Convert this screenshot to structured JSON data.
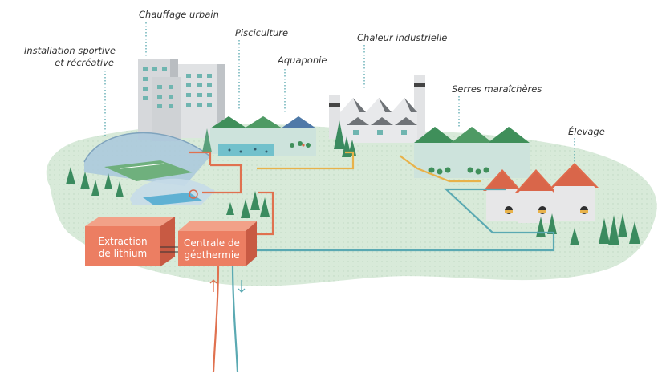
{
  "labels": {
    "sport_line1": "Installation sportive",
    "sport_line2": "et récréative",
    "heating": "Chauffage urbain",
    "fish": "Pisciculture",
    "aqua": "Aquaponie",
    "industry": "Chaleur industrielle",
    "greenhouses": "Serres maraîchères",
    "livestock": "Élevage"
  },
  "boxes": {
    "lithium_line1": "Extraction",
    "lithium_line2": "de lithium",
    "plant_line1": "Centrale de",
    "plant_line2": "géothermie"
  },
  "colors": {
    "ground": "#d8ead9",
    "hot_pipe": "#e0714f",
    "cold_pipe": "#5aa9b2",
    "warm_pipe": "#e8b24a",
    "box_front": "#ec7e62",
    "box_side": "#c85a43",
    "roof_green": "#3f8f5a",
    "tree": "#3b8b5f"
  },
  "arrows": {
    "up": "up-arrow-icon",
    "down": "down-arrow-icon"
  }
}
